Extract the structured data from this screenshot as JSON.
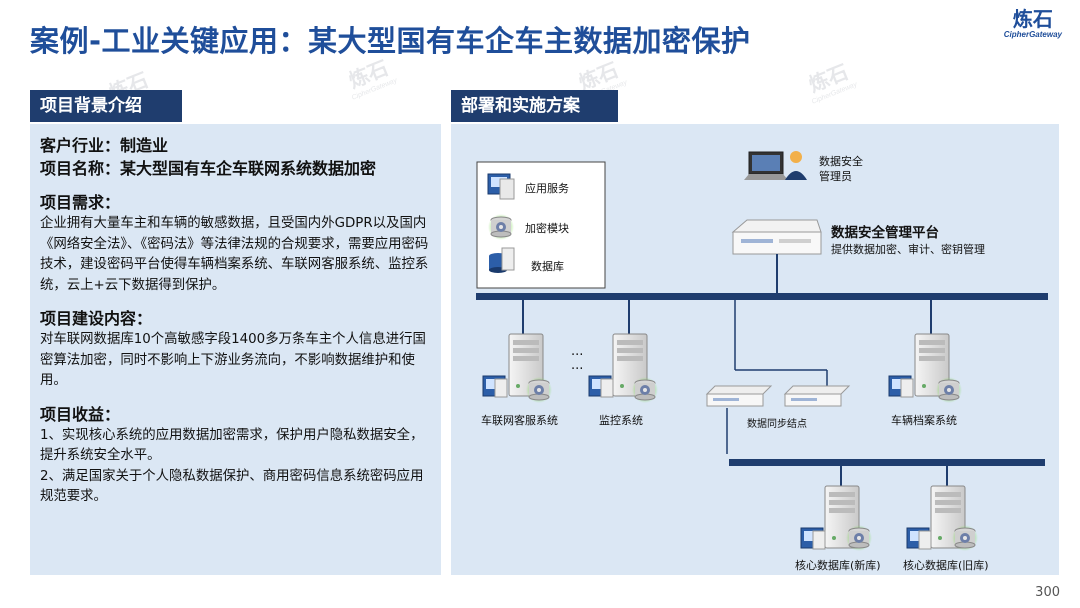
{
  "title": "案例-工业关键应用：某大型国有车企车主数据加密保护",
  "logo": {
    "cn": "炼石",
    "en": "CipherGateway"
  },
  "left": {
    "header": "项目背景介绍",
    "industry_line": "客户行业：制造业",
    "project_line": "项目名称：某大型国有车企车联网系统数据加密",
    "req_title": "项目需求：",
    "req_text": "企业拥有大量车主和车辆的敏感数据，且受国内外GDPR以及国内《网络安全法》、《密码法》等法律法规的合规要求，需要应用密码技术，建设密码平台使得车辆档案系统、车联网客服系统、监控系统，云上+云下数据得到保护。",
    "build_title": "项目建设内容：",
    "build_text": "对车联网数据库10个高敏感字段1400多万条车主个人信息进行国密算法加密，同时不影响上下游业务流向，不影响数据维护和使用。",
    "benefit_title": "项目收益：",
    "benefit_1": "1、实现核心系统的应用数据加密需求，保护用户隐私数据安全，提升系统安全水平。",
    "benefit_2": "2、满足国家关于个人隐私数据保护、商用密码信息系统密码应用规范要求。"
  },
  "right": {
    "header": "部署和实施方案",
    "legend": {
      "app": "应用服务",
      "enc": "加密模块",
      "db": "数据库"
    },
    "admin": "数据安全\n管理员",
    "platform_title": "数据安全管理平台",
    "platform_sub": "提供数据加密、审计、密钥管理",
    "ellipsis": "...",
    "sys1": "车联网客服系统",
    "sys2": "监控系统",
    "sys3": "车辆档案系统",
    "sync": "数据同步结点",
    "db_new": "核心数据库(新库)",
    "db_old": "核心数据库(旧库)"
  },
  "page_number": "300",
  "colors": {
    "title": "#1f4e9a",
    "header_bg": "#1f3d6e",
    "panel_bg": "#dbe7f4",
    "bus": "#1f3d6e"
  }
}
